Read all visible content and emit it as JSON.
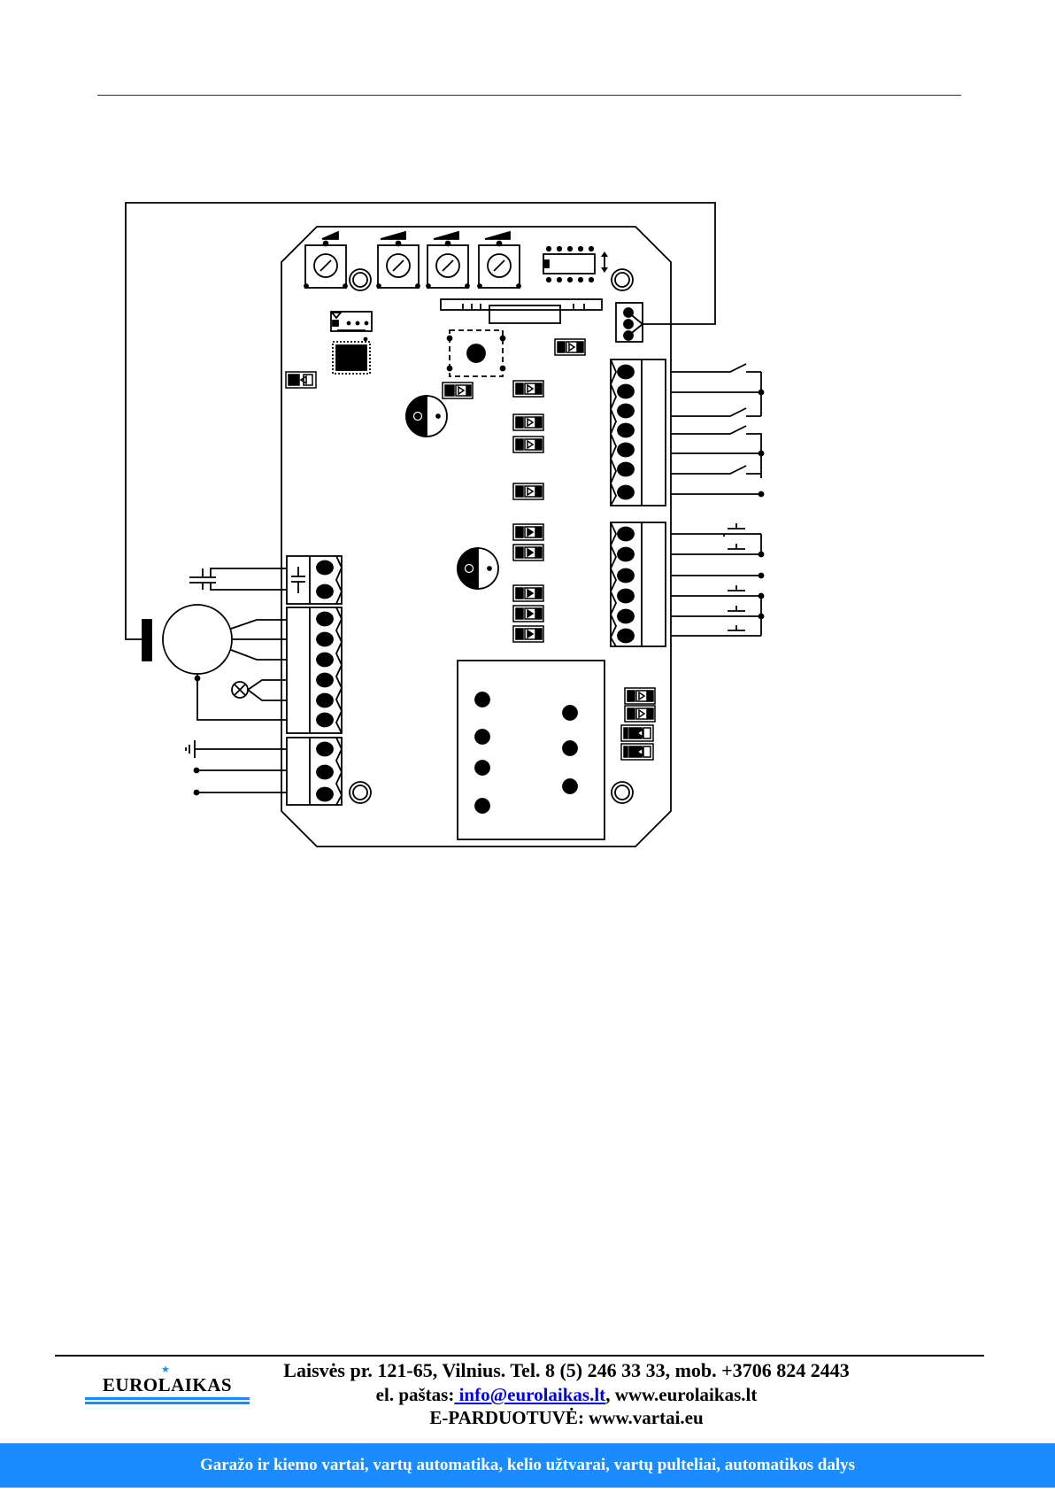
{
  "footer": {
    "logo_text": "EUROLAIKAS",
    "logo_star": "★",
    "address_line": "Laisvės pr. 121-65, Vilnius. Tel. 8 (5) 246 33 33, mob. +3706 824 2443",
    "email_prefix": "el. paštas:",
    "email_link": " info@eurolaikas.lt",
    "email_suffix": ", www.eurolaikas.lt",
    "shop_line": "E-PARDUOTUVĖ: www.vartai.eu",
    "banner_text": "Garažo ir kiemo vartai, vartų automatika, kelio užtvarai, vartų pulteliai, automatikos dalys"
  },
  "colors": {
    "brand_blue": "#1a8cff",
    "link_blue": "#0000ee",
    "line": "#000000"
  }
}
